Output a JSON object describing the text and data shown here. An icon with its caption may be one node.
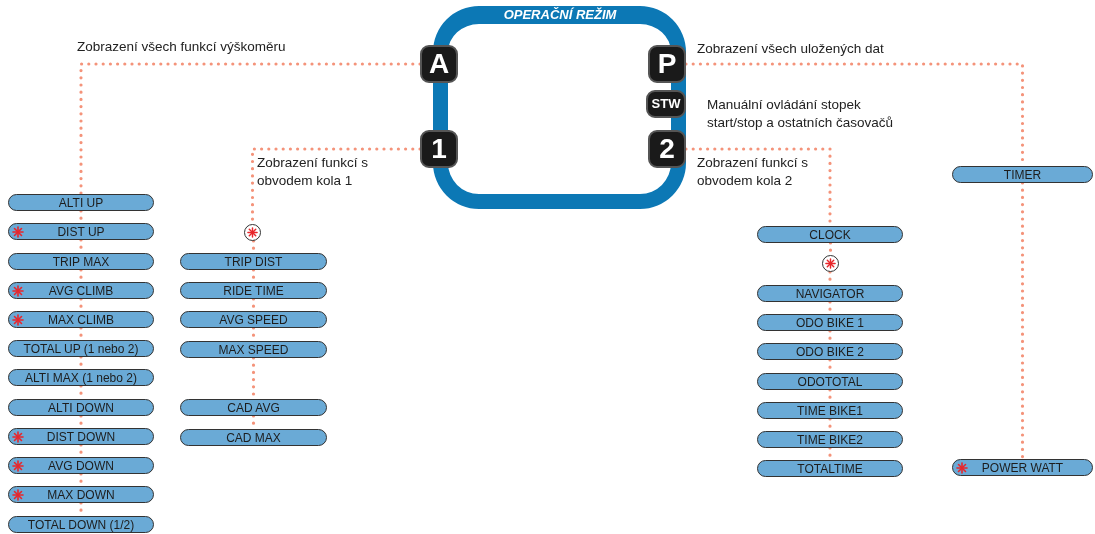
{
  "diagram": {
    "nodes": [
      {
        "text": [
          "OPERAČNÍ REŽIM"
        ]
      },
      {
        "text": [
          "A"
        ],
        "in": 0
      },
      {
        "text": [
          "P"
        ],
        "in": 0,
        "beside": [
          "Zobrazení všech uložených dat"
        ]
      },
      {
        "text": [
          "STW"
        ],
        "in": 0,
        "beside": [
          "Manuální ovládání stopek start/stop a ostatních časovačů"
        ]
      },
      {
        "text": [
          "1"
        ],
        "in": 0,
        "beside": [
          "Zobrazení funkcí s obvodem kola 1"
        ]
      },
      {
        "text": [
          "2"
        ],
        "in": 0,
        "beside": [
          "Zobrazení funkcí s obvodem kola 2"
        ]
      },
      {
        "text": [
          "ALTI UP"
        ]
      },
      {
        "text": [
          "DIST UP"
        ]
      },
      {
        "text": [
          "TRIP MAX"
        ]
      },
      {
        "text": [
          "AVG CLIMB"
        ]
      },
      {
        "text": [
          "MAX CLIMB"
        ]
      },
      {
        "text": [
          "TOTAL UP (1 nebo 2)"
        ]
      },
      {
        "text": [
          "ALTI MAX (1 nebo 2)"
        ]
      },
      {
        "text": [
          "ALTI DOWN"
        ]
      },
      {
        "text": [
          "DIST DOWN"
        ]
      },
      {
        "text": [
          "AVG DOWN"
        ]
      },
      {
        "text": [
          "MAX DOWN"
        ]
      },
      {
        "text": [
          "TOTAL DOWN (1/2)"
        ]
      },
      {
        "text": [],
        "shape": "circle"
      },
      {
        "text": [
          "TRIP DIST"
        ]
      },
      {
        "text": [
          "RIDE TIME"
        ]
      },
      {
        "text": [
          "AVG SPEED"
        ]
      },
      {
        "text": [
          "MAX SPEED"
        ]
      },
      {
        "text": [
          "CAD AVG"
        ]
      },
      {
        "text": [
          "CAD MAX"
        ]
      },
      {
        "text": [
          "CLOCK"
        ]
      },
      {
        "text": [],
        "shape": "circle"
      },
      {
        "text": [
          "NAVIGATOR"
        ]
      },
      {
        "text": [
          "ODO BIKE 1"
        ]
      },
      {
        "text": [
          "ODO BIKE 2"
        ]
      },
      {
        "text": [
          "ODOTOTAL"
        ]
      },
      {
        "text": [
          "TIME BIKE1"
        ]
      },
      {
        "text": [
          "TIME BIKE2"
        ]
      },
      {
        "text": [
          "TOTALTIME"
        ]
      },
      {
        "text": [
          "TIMER"
        ]
      },
      {
        "text": [
          "POWER WATT"
        ]
      }
    ],
    "edges": [
      {
        "from": 1,
        "to": 6,
        "arrow": "none"
      },
      {
        "from": 6,
        "to": 7,
        "arrow": "none"
      },
      {
        "from": 7,
        "to": 8,
        "arrow": "none"
      },
      {
        "from": 8,
        "to": 9,
        "arrow": "none"
      },
      {
        "from": 9,
        "to": 10,
        "arrow": "none"
      },
      {
        "from": 10,
        "to": 11,
        "arrow": "none"
      },
      {
        "from": 11,
        "to": 12,
        "arrow": "none"
      },
      {
        "from": 12,
        "to": 13,
        "arrow": "none"
      },
      {
        "from": 13,
        "to": 14,
        "arrow": "none"
      },
      {
        "from": 14,
        "to": 15,
        "arrow": "none"
      },
      {
        "from": 15,
        "to": 16,
        "arrow": "none"
      },
      {
        "from": 16,
        "to": 17,
        "arrow": "none"
      },
      {
        "from": 4,
        "to": 18,
        "arrow": "none"
      },
      {
        "from": 18,
        "to": 19,
        "arrow": "none"
      },
      {
        "from": 19,
        "to": 20,
        "arrow": "none"
      },
      {
        "from": 20,
        "to": 21,
        "arrow": "none"
      },
      {
        "from": 21,
        "to": 22,
        "arrow": "none"
      },
      {
        "from": 22,
        "to": 23,
        "arrow": "none"
      },
      {
        "from": 23,
        "to": 24,
        "arrow": "none"
      },
      {
        "from": 5,
        "to": 25,
        "arrow": "none"
      },
      {
        "from": 25,
        "to": 26,
        "arrow": "none"
      },
      {
        "from": 26,
        "to": 27,
        "arrow": "none"
      },
      {
        "from": 27,
        "to": 28,
        "arrow": "none"
      },
      {
        "from": 28,
        "to": 29,
        "arrow": "none"
      },
      {
        "from": 29,
        "to": 30,
        "arrow": "none"
      },
      {
        "from": 30,
        "to": 31,
        "arrow": "none"
      },
      {
        "from": 31,
        "to": 32,
        "arrow": "none"
      },
      {
        "from": 32,
        "to": 33,
        "arrow": "none"
      },
      {
        "from": 2,
        "to": 34,
        "arrow": "none"
      },
      {
        "from": 34,
        "to": 35,
        "arrow": "none"
      }
    ],
    "labels": [
      "Zobrazení všech funkcí výškoměru"
    ]
  }
}
